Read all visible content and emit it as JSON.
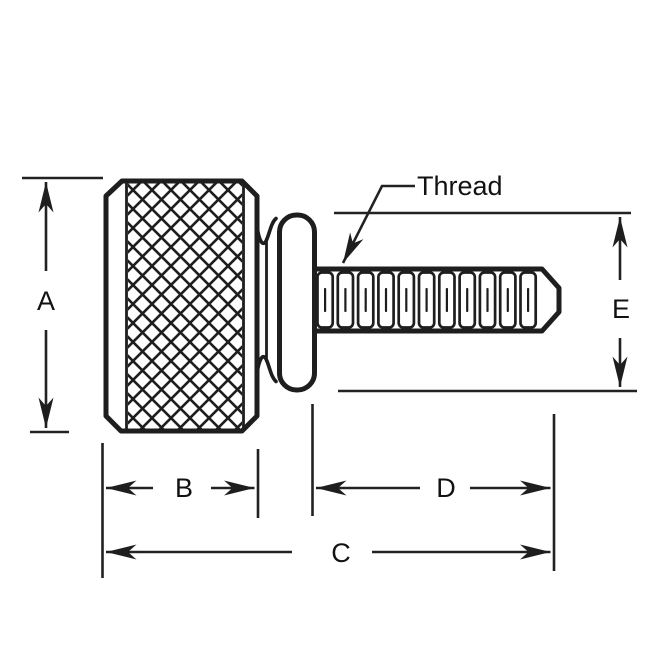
{
  "annotations": {
    "thread_label": "Thread"
  },
  "dimensions": {
    "a": "A",
    "b": "B",
    "c": "C",
    "d": "D",
    "e": "E"
  },
  "colors": {
    "ink": "#1e1e1e",
    "background": "#ffffff"
  }
}
